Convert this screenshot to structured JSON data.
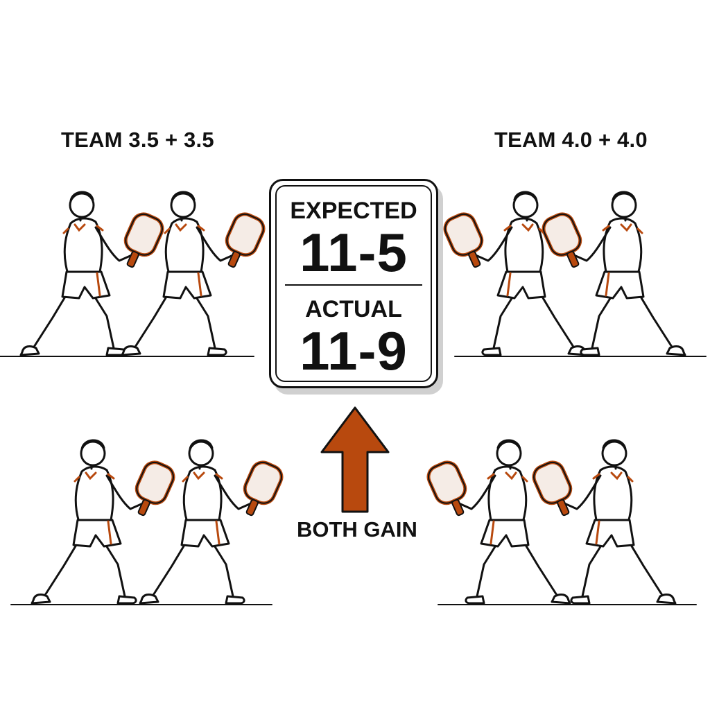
{
  "teams": {
    "left": {
      "label": "TEAM 3.5 + 3.5"
    },
    "right": {
      "label": "TEAM 4.0 + 4.0"
    }
  },
  "score_card": {
    "expected_label": "EXPECTED",
    "expected_score": "11-5",
    "actual_label": "ACTUAL",
    "actual_score": "11-9"
  },
  "arrow": {
    "direction": "up",
    "color": "#b8490e"
  },
  "caption": "BOTH GAIN",
  "colors": {
    "line": "#111111",
    "accent": "#b8490e",
    "paddle_face": "#f5ece6",
    "background": "#ffffff"
  },
  "icons": [
    "pickleball-player-icon",
    "pickleball-paddle-icon",
    "up-arrow-icon"
  ]
}
